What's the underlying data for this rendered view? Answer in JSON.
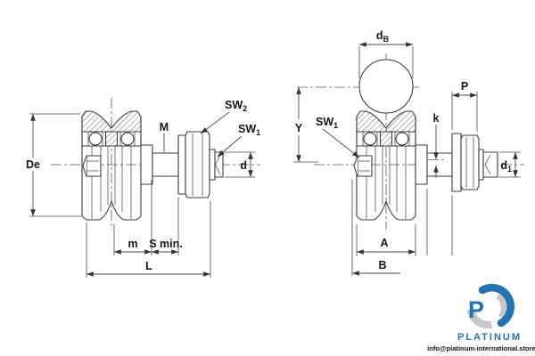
{
  "drawings": {
    "left": {
      "de": "De",
      "sw2_base": "SW",
      "sw2_sub": "2",
      "sw1_base": "SW",
      "sw1_sub": "1",
      "m_thread": "M",
      "d": "d",
      "m": "m",
      "s_min": "S min.",
      "l": "L"
    },
    "right": {
      "db_base": "d",
      "db_sub": "B",
      "p": "P",
      "y": "Y",
      "sw1_base": "SW",
      "sw1_sub": "1",
      "k": "k",
      "d1_base": "d",
      "d1_sub": "1",
      "a": "A",
      "b": "B"
    }
  },
  "branding": {
    "name": "PLATINUM",
    "email": "info@platinum-international.store",
    "monogram": "P",
    "blue": "#2273b2",
    "gray": "#c7c7cb"
  },
  "colors": {
    "line": "#3d3d3d",
    "background": "#ffffff"
  }
}
